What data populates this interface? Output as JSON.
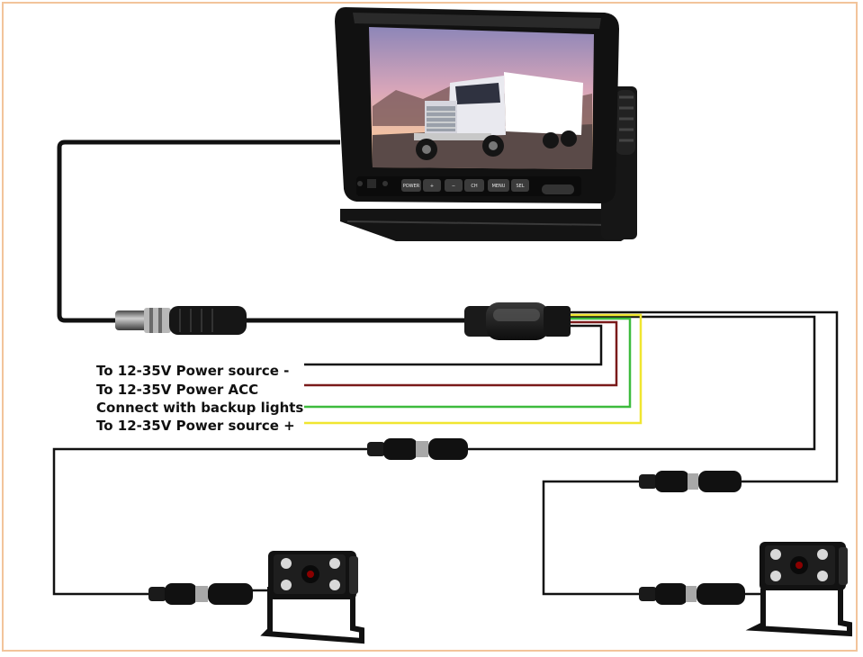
{
  "monitor": {
    "buttons": [
      "POWER",
      "+",
      "−",
      "CH",
      "MENU",
      "SEL"
    ]
  },
  "wire_labels": [
    {
      "text": "To 12-35V Power source -",
      "color": "#111111"
    },
    {
      "text": "To 12-35V Power ACC",
      "color": "#7a1a1a"
    },
    {
      "text": "Connect with backup lights",
      "color": "#3dbb3d"
    },
    {
      "text": "To 12-35V Power source +",
      "color": "#f0e630"
    }
  ],
  "colors": {
    "frame": "#f2c49b",
    "cable": "#111111",
    "wire_negative": "#111111",
    "wire_acc": "#7a1a1a",
    "wire_backup": "#3dbb3d",
    "wire_positive": "#f0e630"
  }
}
